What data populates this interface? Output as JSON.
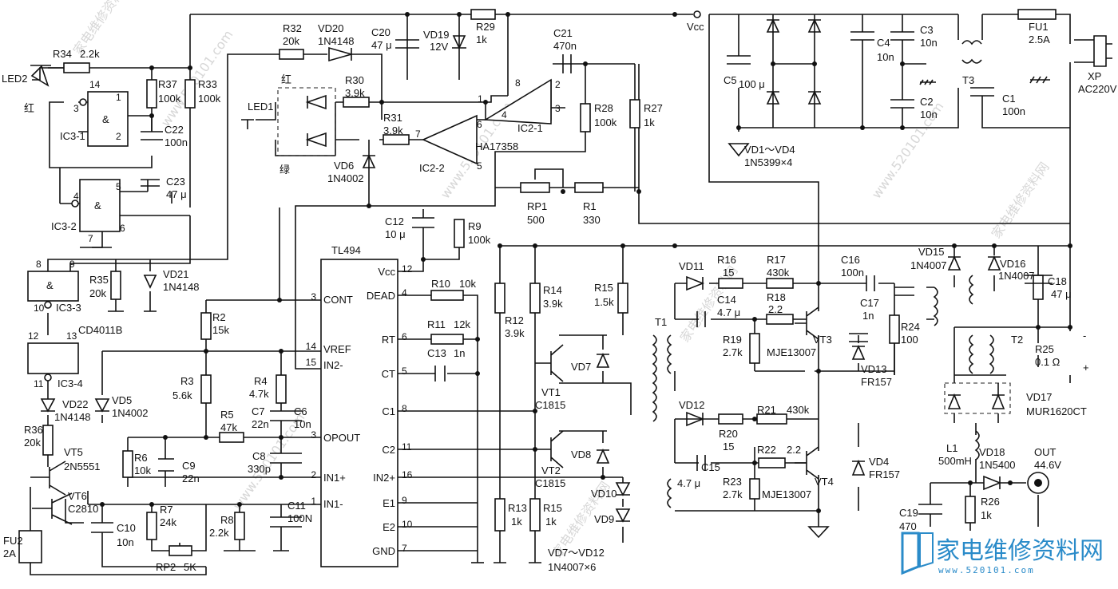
{
  "watermark": {
    "brand": "家电维修资料网",
    "url": "www.520101.com"
  },
  "ghost_watermark": [
    "家电维修资料网",
    "www.520101.com"
  ],
  "ics": {
    "ic3_1": {
      "name": "IC3-1",
      "sym": "&",
      "p1": "1",
      "p2": "2",
      "p3": "3",
      "p14": "14"
    },
    "ic3_2": {
      "name": "IC3-2",
      "sym": "&",
      "p4": "4",
      "p5": "5",
      "p6": "6",
      "p7": "7"
    },
    "ic3_3": {
      "name": "IC3-3",
      "sym": "&",
      "p8": "8",
      "p9": "9",
      "p10": "10"
    },
    "ic3_4": {
      "name": "IC3-4",
      "p11": "11",
      "p12": "12",
      "p13": "13"
    },
    "cd4011": "CD4011B",
    "tl494": {
      "name": "TL494",
      "pins_left": [
        {
          "num": "3",
          "label": "CONT"
        },
        {
          "num": "14",
          "label": "VREF"
        },
        {
          "num": "15",
          "label": "IN2-"
        },
        {
          "num": "3",
          "label": "OPOUT"
        },
        {
          "num": "2",
          "label": "IN1+"
        },
        {
          "num": "1",
          "label": "IN1-"
        }
      ],
      "pins_right": [
        {
          "num": "12",
          "label": "Vcc"
        },
        {
          "num": "4",
          "label": "DEAD"
        },
        {
          "num": "6",
          "label": "RT"
        },
        {
          "num": "5",
          "label": "CT"
        },
        {
          "num": "8",
          "label": "C1"
        },
        {
          "num": "11",
          "label": "C2"
        },
        {
          "num": "16",
          "label": "IN2+"
        },
        {
          "num": "9",
          "label": "E1"
        },
        {
          "num": "10",
          "label": "E2"
        },
        {
          "num": "7",
          "label": "GND"
        }
      ]
    },
    "ic2_1": {
      "name": "IC2-1",
      "p1": "1",
      "p2": "2",
      "p3": "3",
      "p4": "4",
      "p8": "8"
    },
    "ic2_2": {
      "name": "IC2-2",
      "p5": "5",
      "p6": "6",
      "p7": "7"
    },
    "ha17358": "HA17358"
  },
  "components": {
    "led2": "LED2",
    "led2_color": "红",
    "r34": "R34",
    "r34_v": "2.2k",
    "r37": "R37",
    "r37_v": "100k",
    "r33": "R33",
    "r33_v": "100k",
    "c22": "C22",
    "c22_v": "100n",
    "c23": "C23",
    "c23_v": "47 μ",
    "r32": "R32",
    "r32_v": "20k",
    "vd20": "VD20",
    "vd20_v": "1N4148",
    "c20": "C20",
    "c20_v": "47 μ",
    "vd19": "VD19",
    "vd19_v": "12V",
    "r29": "R29",
    "r29_v": "1k",
    "c21": "C21",
    "c21_v": "470n",
    "vcc": "Vcc",
    "r30": "R30",
    "r30_v": "3.9k",
    "r31": "R31",
    "r31_v": "3.9k",
    "led1": "LED1",
    "led1_red": "红",
    "led1_green": "绿",
    "vd6": "VD6",
    "vd6_v": "1N4002",
    "r28": "R28",
    "r28_v": "100k",
    "r27": "R27",
    "r27_v": "1k",
    "rp1": "RP1",
    "rp1_v": "500",
    "r1": "R1",
    "r1_v": "330",
    "c12": "C12",
    "c12_v": "10 μ",
    "r9": "R9",
    "r9_v": "100k",
    "r35": "R35",
    "r35_v": "20k",
    "vd21": "VD21",
    "vd21_v": "1N4148",
    "r2": "R2",
    "r2_v": "15k",
    "r3": "R3",
    "r3_v": "5.6k",
    "r4": "R4",
    "r4_v": "4.7k",
    "r5": "R5",
    "r5_v": "47k",
    "c7": "C7",
    "c7_v": "22n",
    "c6": "C6",
    "c6_v": "10n",
    "c8": "C8",
    "c8_v": "330p",
    "r6": "R6",
    "r6_v": "10k",
    "c9": "C9",
    "c9_v": "22n",
    "r7": "R7",
    "r7_v": "24k",
    "r8": "R8",
    "r8_v": "2.2k",
    "c11": "C11",
    "c11_v": "100N",
    "c10": "C10",
    "c10_v": "10n",
    "rp2": "RP2",
    "rp2_v": "5K",
    "vd22": "VD22",
    "vd22_v": "1N4148",
    "vd5": "VD5",
    "vd5_v": "1N4002",
    "r36": "R36",
    "r36_v": "20k",
    "vt5": "VT5",
    "vt5_v": "2N5551",
    "vt6": "VT6",
    "vt6_v": "C2810",
    "fu2": "FU2",
    "fu2_v": "2A",
    "r10": "R10",
    "r10_v": "10k",
    "r11": "R11",
    "r11_v": "12k",
    "c13": "C13",
    "c13_v": "1n",
    "r12": "R12",
    "r12_v": "3.9k",
    "r13": "R13",
    "r13_v": "1k",
    "r14": "R14",
    "r14_v": "3.9k",
    "r15a": "R15",
    "r15a_v": "1.5k",
    "r15b": "R15",
    "r15b_v": "1k",
    "vt1": "VT1",
    "vt1_v": "C1815",
    "vt2": "VT2",
    "vt2_v": "C1815",
    "vd7": "VD7",
    "vd8": "VD8",
    "vd9": "VD9",
    "vd10": "VD10",
    "vd7_12": "VD7～VD12",
    "vd7_12_v": "1N4007×6",
    "t1": "T1",
    "vd11": "VD11",
    "vd12": "VD12",
    "r16": "R16",
    "r16_v": "15",
    "r17": "R17",
    "r17_v": "430k",
    "c14": "C14",
    "c14_v": "4.7 μ",
    "r18": "R18",
    "r18_v": "2.2",
    "r19": "R19",
    "r19_v": "2.7k",
    "vt3": "VT3",
    "vt3_v": "MJE13007",
    "vd13": "VD13",
    "vd13_v": "FR157",
    "c16": "C16",
    "c16_v": "100n",
    "c17": "C17",
    "c17_v": "1n",
    "r24": "R24",
    "r24_v": "100",
    "r20": "R20",
    "r20_v": "15",
    "r21": "R21",
    "r21_v": "430k",
    "c15": "C15",
    "c15_v": "4.7 μ",
    "r22": "R22",
    "r22_v": "2.2",
    "r23": "R23",
    "r23_v": "2.7k",
    "vt4": "VT4",
    "vt4_v": "MJE13007",
    "vd4": "VD4",
    "vd4_v": "FR157",
    "vd15": "VD15",
    "vd15_v": "1N4007",
    "vd16": "VD16",
    "vd16_v": "1N4007",
    "c18": "C18",
    "c18_v": "47 μ",
    "t2": "T2",
    "r25": "R25",
    "r25_v": "0.1 Ω",
    "minus": "-",
    "plus": "+",
    "vd17": "VD17",
    "vd17_v": "MUR1620CT",
    "l1": "L1",
    "l1_v": "500mH",
    "vd18": "VD18",
    "vd18_v": "1N5400",
    "out": "OUT",
    "out_v": "44.6V",
    "c19": "C19",
    "c19_v": "470",
    "r26": "R26",
    "r26_v": "1k",
    "c5": "C5",
    "c5_v": "100 μ",
    "vd1_4": "VD1～VD4",
    "vd1_4_v": "1N5399×4",
    "c4": "C4",
    "c4_v": "10n",
    "c3": "C3",
    "c3_v": "10n",
    "c2": "C2",
    "c2_v": "10n",
    "t3": "T3",
    "fu1": "FU1",
    "fu1_v": "2.5A",
    "c1": "C1",
    "c1_v": "100n",
    "xp": "XP",
    "xp_v": "AC220V"
  }
}
